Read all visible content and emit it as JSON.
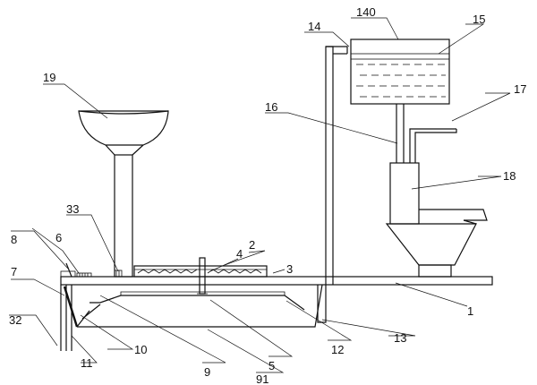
{
  "labels": {
    "n1": "1",
    "n2": "2",
    "n3": "3",
    "n4": "4",
    "n5": "5",
    "n6": "6",
    "n7": "7",
    "n8": "8",
    "n9": "9",
    "n10": "10",
    "n11": "11",
    "n12": "12",
    "n13": "13",
    "n14": "14",
    "n15": "15",
    "n16": "16",
    "n17": "17",
    "n18": "18",
    "n19": "19",
    "n32": "32",
    "n33": "33",
    "n91": "91",
    "n140": "140"
  }
}
